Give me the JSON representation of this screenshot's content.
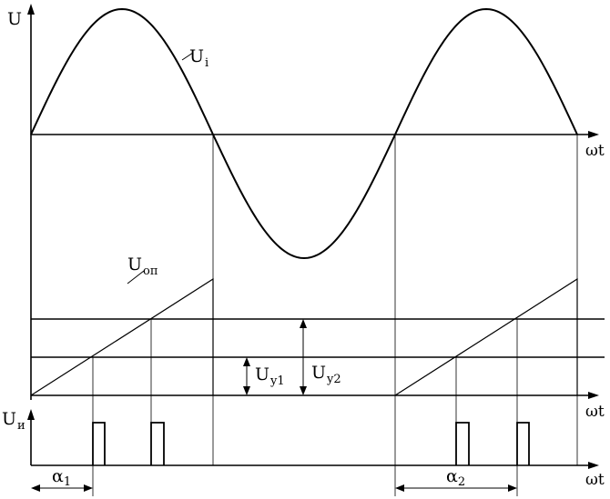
{
  "diagram": {
    "labels": {
      "u_axis": "U",
      "omega_t": "ωt",
      "u_i_base": "U",
      "u_i_sub": "i",
      "u_op_base": "U",
      "u_op_sub": "оп",
      "u_y1_base": "U",
      "u_y1_sub": "y1",
      "u_y2_base": "U",
      "u_y2_sub": "y2",
      "u_pulse_base": "U",
      "u_pulse_sub": "и",
      "alpha1_base": "α",
      "alpha1_sub": "1",
      "alpha2_base": "α",
      "alpha2_sub": "2"
    }
  }
}
